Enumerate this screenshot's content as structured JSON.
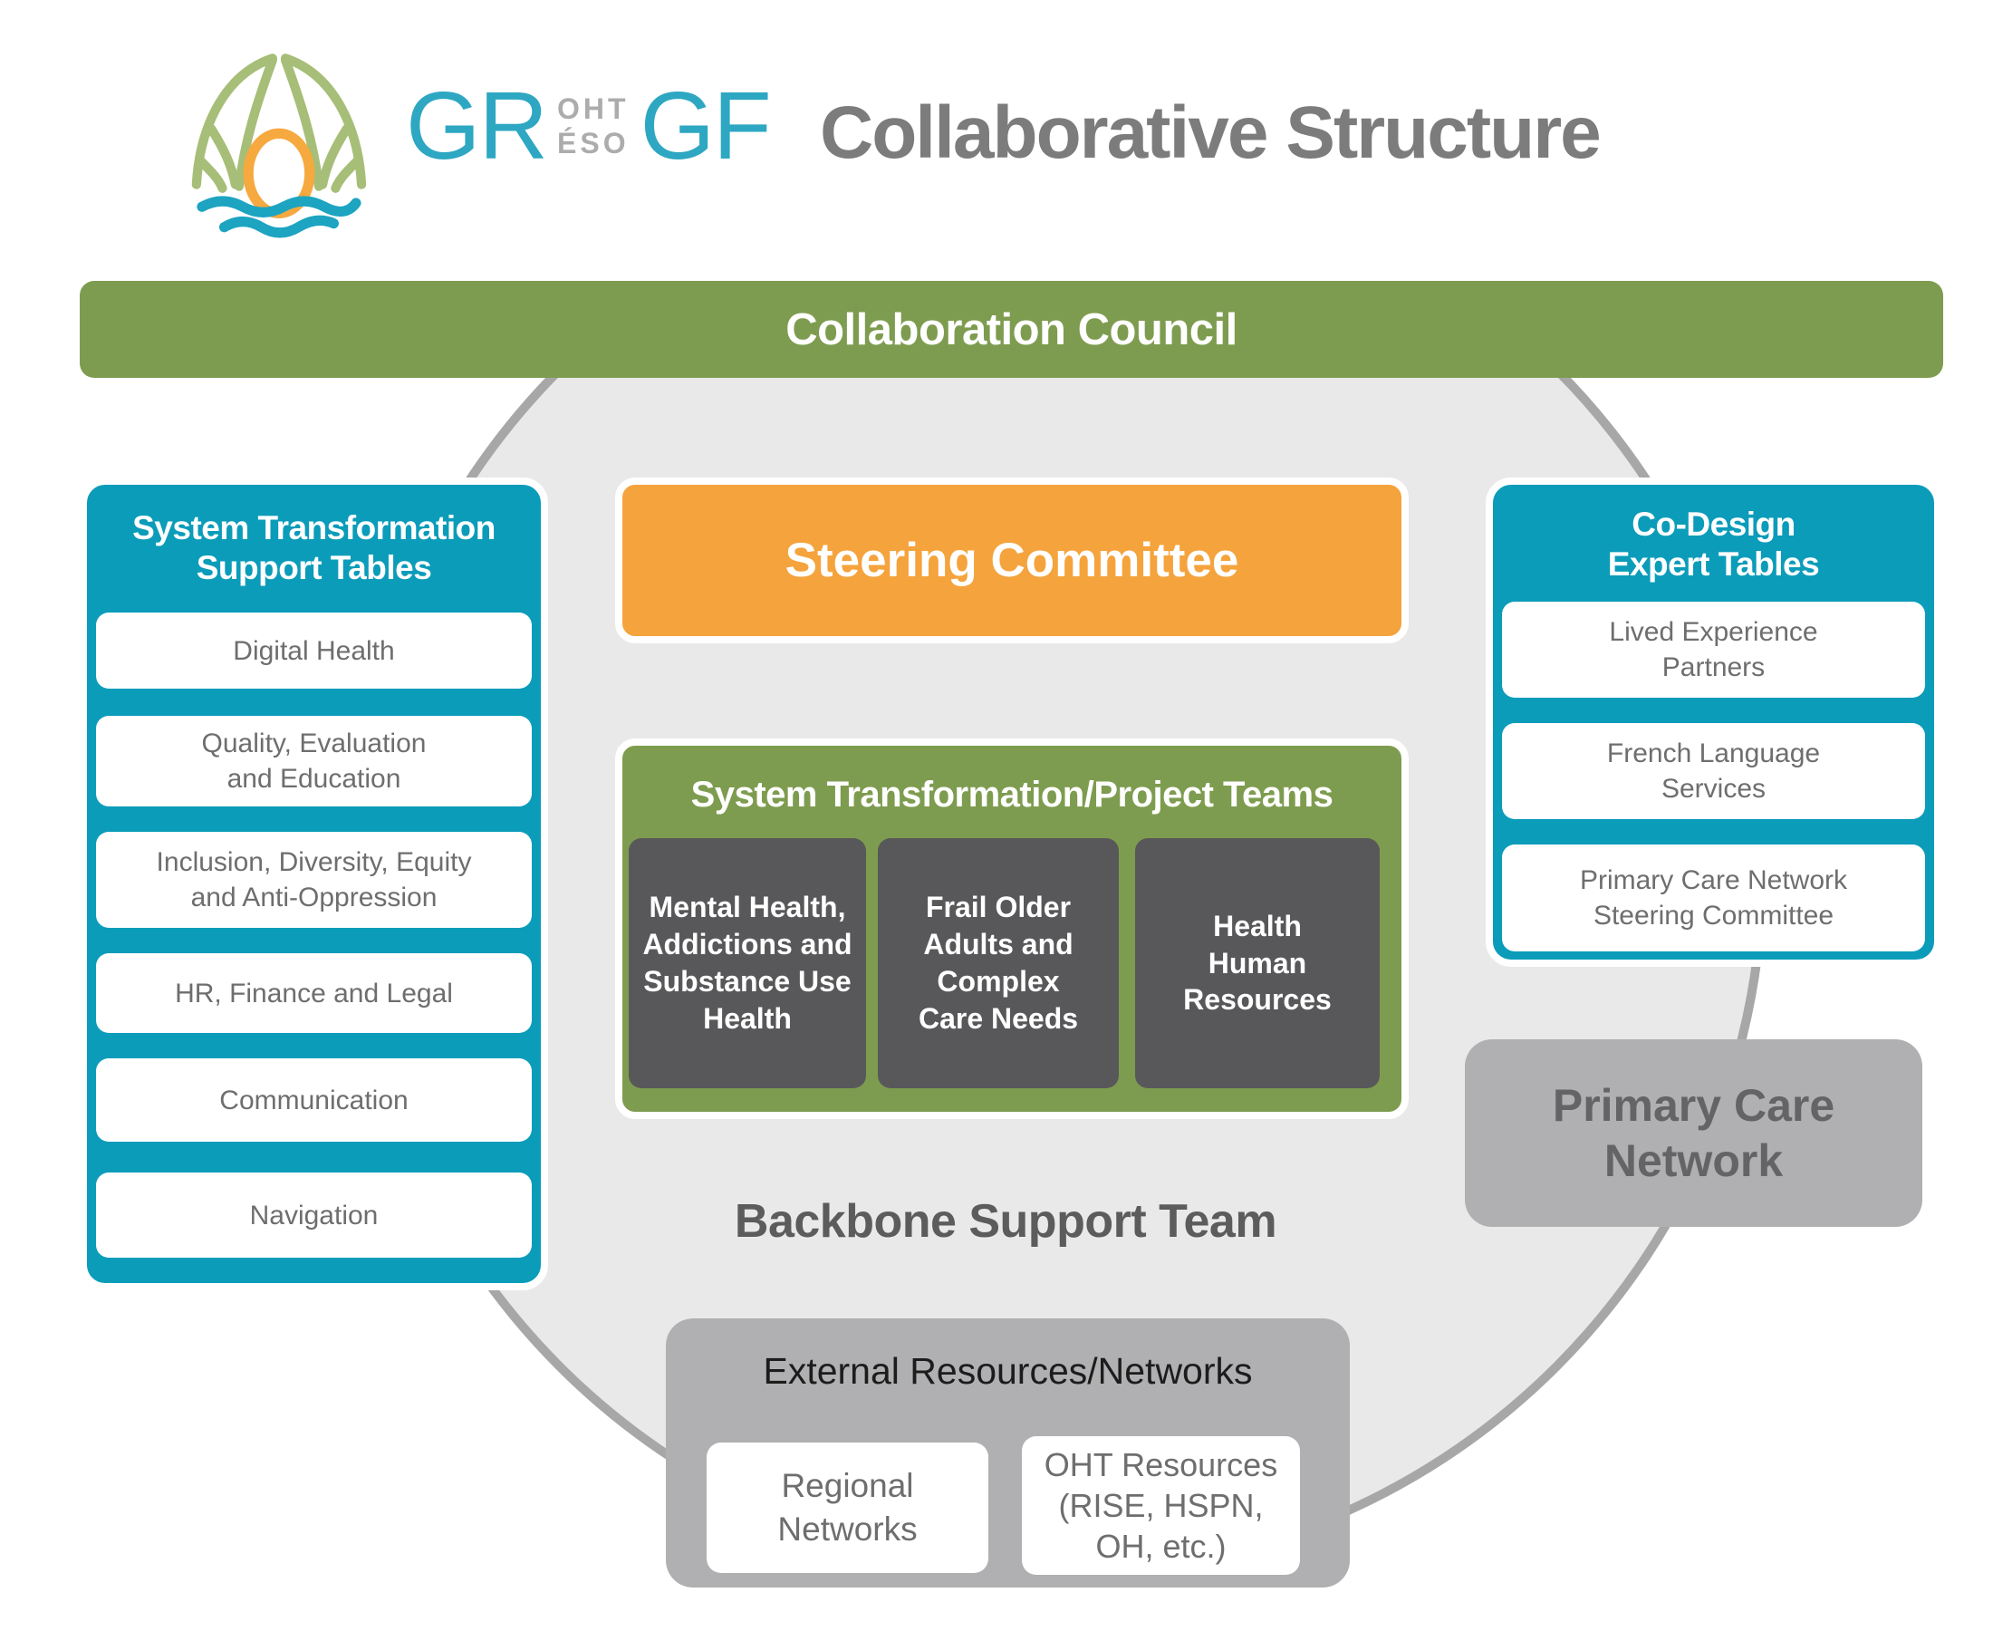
{
  "logo": {
    "icon": "leaf-dome-waves-icon",
    "text_left": "GR",
    "stack_top": "OHT",
    "stack_bottom": "ÉSO",
    "text_right": "GF"
  },
  "header": {
    "title": "Collaborative Structure"
  },
  "council": {
    "label": "Collaboration Council"
  },
  "left_panel": {
    "title": "System Transformation\nSupport Tables",
    "items": [
      "Digital Health",
      "Quality, Evaluation\nand Education",
      "Inclusion, Diversity, Equity\nand Anti-Oppression",
      "HR, Finance and Legal",
      "Communication",
      "Navigation"
    ]
  },
  "steering": {
    "label": "Steering Committee"
  },
  "project_teams": {
    "title": "System Transformation/Project Teams",
    "teams": [
      "Mental Health,\nAddictions and\nSubstance Use\nHealth",
      "Frail Older\nAdults and\nComplex\nCare Needs",
      "Health\nHuman\nResources"
    ]
  },
  "right_panel": {
    "title": "Co-Design\nExpert Tables",
    "items": [
      "Lived Experience\nPartners",
      "French Language\nServices",
      "Primary Care Network\nSteering Committee"
    ]
  },
  "pcn": {
    "label": "Primary Care\nNetwork"
  },
  "backbone": {
    "label": "Backbone Support Team"
  },
  "external": {
    "title": "External Resources/Networks",
    "items": [
      "Regional\nNetworks",
      "OHT Resources\n(RISE, HSPN,\nOH, etc.)"
    ]
  },
  "colors": {
    "teal": "#0B9CBA",
    "green": "#7E9C4F",
    "orange": "#F5A33C",
    "dark_card": "#58585A",
    "mid_gray": "#B0B0B2",
    "circle_fill": "#E9E9E9",
    "circle_border": "#A7A7A7",
    "title_gray": "#7C7C7C",
    "item_text_gray": "#6E6E6E",
    "logo_teal": "#2EA7C2",
    "logo_gray": "#ACACAC",
    "logo_leaf_green": "#A6BE77",
    "logo_ring_orange": "#F6A93F",
    "logo_wave_teal": "#1CA4C1"
  }
}
